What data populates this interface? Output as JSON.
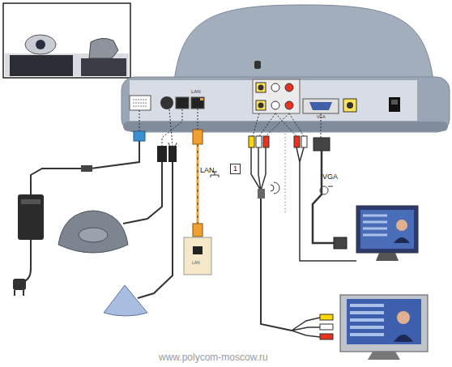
{
  "diagram": {
    "nodes": [
      {
        "text": [
          "1"
        ]
      }
    ],
    "labels": [
      "LAN",
      "VGA",
      "LAN",
      "VGA",
      "LAN",
      "www.polycom-moscow.ru"
    ]
  }
}
